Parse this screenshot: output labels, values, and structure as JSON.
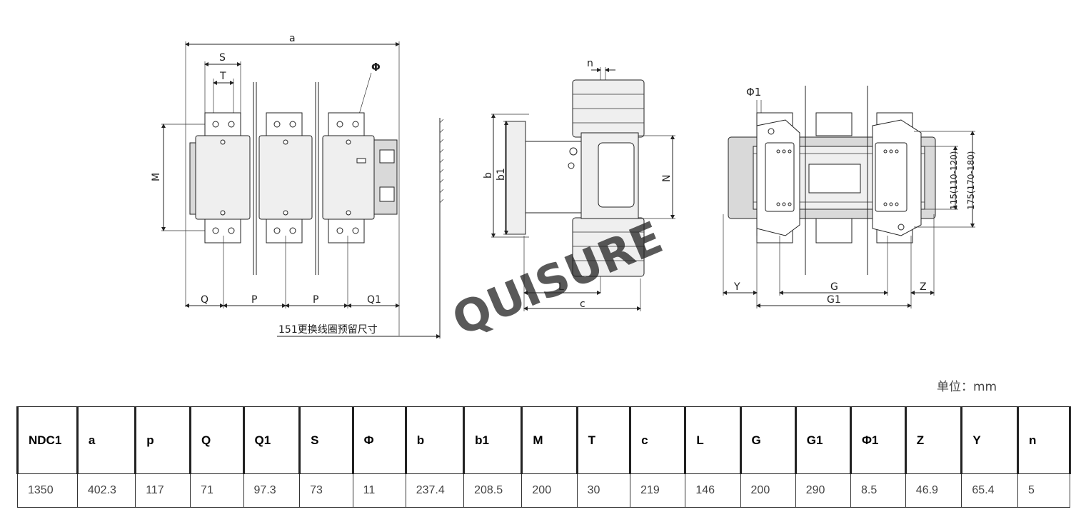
{
  "drawing": {
    "front_labels": {
      "a": "a",
      "s": "S",
      "t": "T",
      "phi": "Φ",
      "m": "M",
      "q": "Q",
      "p1": "P",
      "p2": "P",
      "q1": "Q1",
      "note": "151更换线圈预留尺寸"
    },
    "side_labels": {
      "n": "n",
      "b": "b",
      "b1": "b1",
      "nn": "N",
      "l": "L",
      "c": "c"
    },
    "bottom_labels": {
      "phi1": "Φ1",
      "y": "Y",
      "g": "G",
      "z": "Z",
      "g1": "G1",
      "d115": "115(110-120)",
      "d175": "175(170-180)"
    },
    "watermark": "QUISURE",
    "watermark_color": "#8fa3c4"
  },
  "unit_label": "单位：mm",
  "table": {
    "headers": [
      "NDC1",
      "a",
      "p",
      "Q",
      "Q1",
      "S",
      "Φ",
      "b",
      "b1",
      "M",
      "T",
      "c",
      "L",
      "G",
      "G1",
      "Φ1",
      "Z",
      "Y",
      "n"
    ],
    "values": [
      "1350",
      "402.3",
      "117",
      "71",
      "97.3",
      "73",
      "11",
      "237.4",
      "208.5",
      "200",
      "30",
      "219",
      "146",
      "200",
      "290",
      "8.5",
      "46.9",
      "65.4",
      "5"
    ]
  }
}
